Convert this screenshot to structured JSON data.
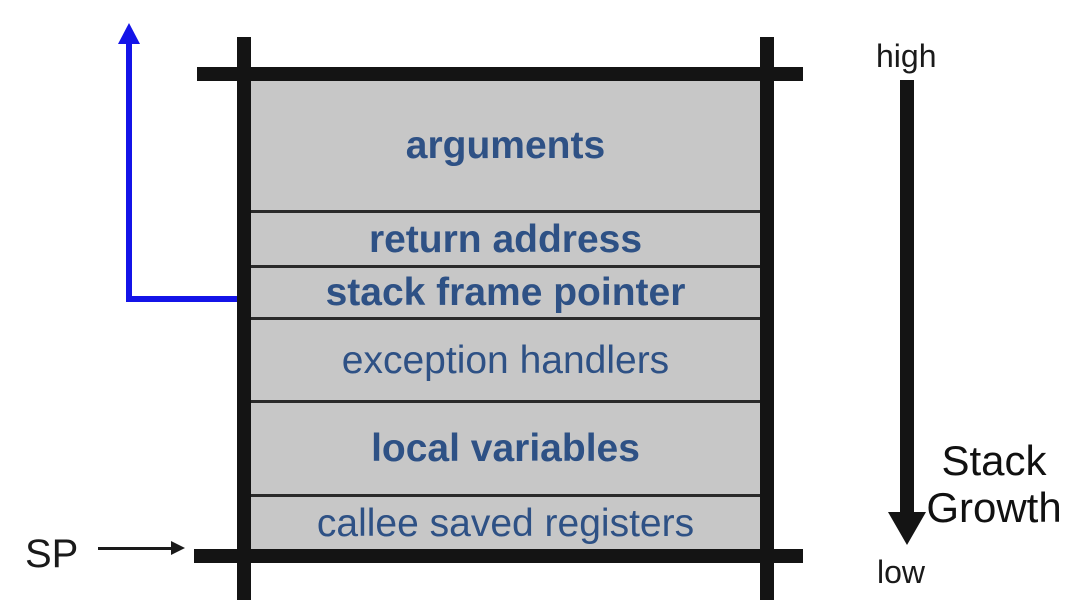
{
  "stack": {
    "rows": [
      {
        "label": "arguments",
        "bold": true
      },
      {
        "label": "return address",
        "bold": true
      },
      {
        "label": "stack frame pointer",
        "bold": true
      },
      {
        "label": "exception handlers",
        "bold": false
      },
      {
        "label": "local variables",
        "bold": true
      },
      {
        "label": "callee saved registers",
        "bold": false
      }
    ]
  },
  "labels": {
    "sp": "SP",
    "high": "high",
    "low": "low",
    "stack_growth_line1": "Stack",
    "stack_growth_line2": "Growth"
  },
  "icons": {
    "frame_pointer_arrow": "blue-up-arrow",
    "sp_arrow": "thin-right-arrow",
    "stack_growth_arrow": "thick-down-arrow"
  },
  "colors": {
    "cell_fill": "#c7c7c7",
    "cell_text_blue": "#2e5185",
    "frame_black": "#141414",
    "divider": "#2a2a2a",
    "pointer_blue": "#1414e8",
    "label_text": "#1a1a1a",
    "background": "#ffffff"
  }
}
